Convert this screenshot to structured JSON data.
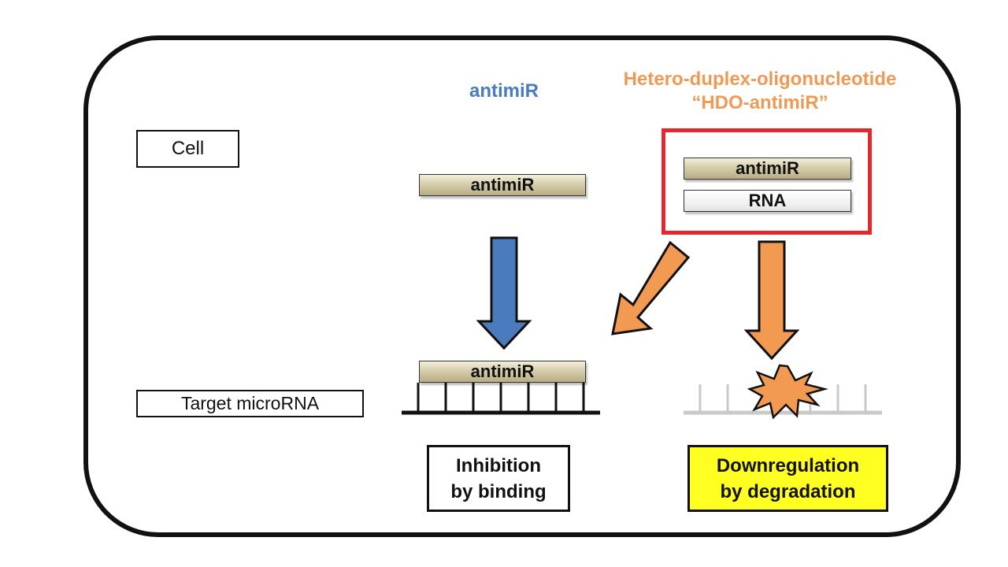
{
  "labels": {
    "cell": "Cell",
    "target": "Target microRNA"
  },
  "titles": {
    "antimir": "antimiR",
    "hdo_line1": "Hetero-duplex-oligonucleotide",
    "hdo_line2": "“HDO-antimiR”"
  },
  "strands": {
    "single_antimir": "antimiR",
    "bound_antimir": "antimiR",
    "hdo_antimir": "antimiR",
    "hdo_rna": "RNA"
  },
  "outcomes": {
    "inhibition_line1": "Inhibition",
    "inhibition_line2": "by binding",
    "downregulation_line1": "Downregulation",
    "downregulation_line2": "by degradation"
  },
  "colors": {
    "blue_arrow": "#4a7bbd",
    "orange_arrow": "#f39a52",
    "hdo_box": "#e5262a",
    "highlight": "#ffff22"
  },
  "icons": {
    "degradation": "starburst-icon"
  }
}
